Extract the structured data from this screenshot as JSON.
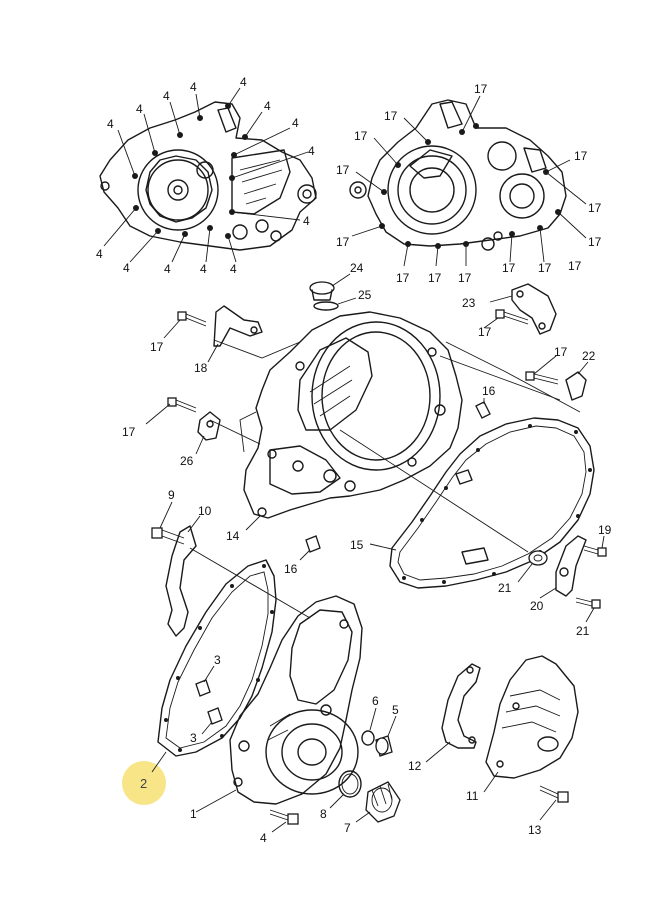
{
  "colors": {
    "line": "#1a1a1a",
    "highlight": "#f7e27a",
    "background": "#ffffff"
  },
  "selected_callout": "2",
  "callouts": [
    {
      "id": "c4a",
      "label": "4"
    },
    {
      "id": "c4b",
      "label": "4"
    },
    {
      "id": "c4c",
      "label": "4"
    },
    {
      "id": "c4d",
      "label": "4"
    },
    {
      "id": "c4e",
      "label": "4"
    },
    {
      "id": "c4f",
      "label": "4"
    },
    {
      "id": "c4g",
      "label": "4"
    },
    {
      "id": "c4h",
      "label": "4"
    },
    {
      "id": "c4i",
      "label": "4"
    },
    {
      "id": "c4j",
      "label": "4"
    },
    {
      "id": "c4k",
      "label": "4"
    },
    {
      "id": "c4l",
      "label": "4"
    },
    {
      "id": "c4m",
      "label": "4"
    },
    {
      "id": "c4n",
      "label": "4"
    },
    {
      "id": "c17a",
      "label": "17"
    },
    {
      "id": "c17b",
      "label": "17"
    },
    {
      "id": "c17c",
      "label": "17"
    },
    {
      "id": "c17d",
      "label": "17"
    },
    {
      "id": "c17e",
      "label": "17"
    },
    {
      "id": "c17f",
      "label": "17"
    },
    {
      "id": "c17g",
      "label": "17"
    },
    {
      "id": "c17h",
      "label": "17"
    },
    {
      "id": "c17i",
      "label": "17"
    },
    {
      "id": "c17j",
      "label": "17"
    },
    {
      "id": "c17k",
      "label": "17"
    },
    {
      "id": "c17l",
      "label": "17"
    },
    {
      "id": "c17m",
      "label": "17"
    },
    {
      "id": "c24",
      "label": "24"
    },
    {
      "id": "c25",
      "label": "25"
    },
    {
      "id": "c23",
      "label": "23"
    },
    {
      "id": "c17n",
      "label": "17"
    },
    {
      "id": "c17o",
      "label": "17"
    },
    {
      "id": "c22",
      "label": "22"
    },
    {
      "id": "c17p",
      "label": "17"
    },
    {
      "id": "c18",
      "label": "18"
    },
    {
      "id": "c16a",
      "label": "16"
    },
    {
      "id": "c17q",
      "label": "17"
    },
    {
      "id": "c26",
      "label": "26"
    },
    {
      "id": "c9",
      "label": "9"
    },
    {
      "id": "c10",
      "label": "10"
    },
    {
      "id": "c14",
      "label": "14"
    },
    {
      "id": "c16b",
      "label": "16"
    },
    {
      "id": "c15",
      "label": "15"
    },
    {
      "id": "c21a",
      "label": "21"
    },
    {
      "id": "c19",
      "label": "19"
    },
    {
      "id": "c20",
      "label": "20"
    },
    {
      "id": "c21b",
      "label": "21"
    },
    {
      "id": "c3a",
      "label": "3"
    },
    {
      "id": "c3b",
      "label": "3"
    },
    {
      "id": "c6",
      "label": "6"
    },
    {
      "id": "c5",
      "label": "5"
    },
    {
      "id": "c12",
      "label": "12"
    },
    {
      "id": "c11",
      "label": "11"
    },
    {
      "id": "c2",
      "label": "2"
    },
    {
      "id": "c1",
      "label": "1"
    },
    {
      "id": "c8",
      "label": "8"
    },
    {
      "id": "c7",
      "label": "7"
    },
    {
      "id": "c4o",
      "label": "4"
    },
    {
      "id": "c13",
      "label": "13"
    }
  ]
}
